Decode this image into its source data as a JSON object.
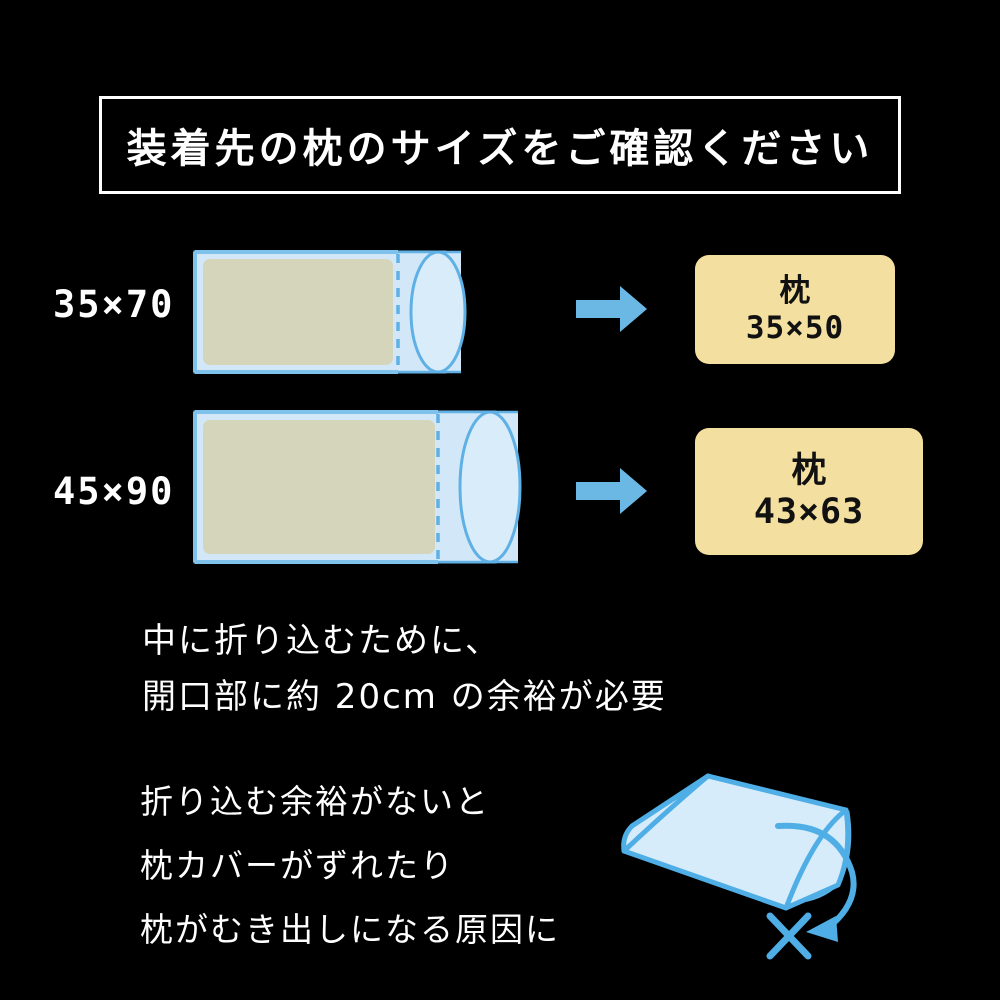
{
  "header": {
    "title": "装着先の枕のサイズをご確認ください"
  },
  "colors": {
    "background": "#000000",
    "text": "#ffffff",
    "case_outline": "#63B3E8",
    "case_fill": "#D2E8F8",
    "case_inner_fill": "#D5D5BC",
    "arrow": "#6CB8E4",
    "pillow_box_fill": "#F3DFA0",
    "pillow_box_text": "#111111",
    "pillow_inner_yellow": "#FAD98A"
  },
  "rows": [
    {
      "size_label": "35×70",
      "diagram": "pillow-case-cylinder",
      "arrow": "arrow-right-icon",
      "result": {
        "title": "枕",
        "size": "35×50"
      }
    },
    {
      "size_label": "45×90",
      "diagram": "pillow-case-cylinder",
      "arrow": "arrow-right-icon",
      "result": {
        "title": "枕",
        "size": "43×63"
      }
    }
  ],
  "notes_upper": [
    "中に折り込むために、",
    "開口部に約 20cm の余裕が必要"
  ],
  "notes_lower": [
    "折り込む余裕がないと",
    "枕カバーがずれたり",
    "枕がむき出しになる原因に"
  ],
  "illustration": {
    "name": "pillow-slipping-out",
    "mark": "×"
  }
}
